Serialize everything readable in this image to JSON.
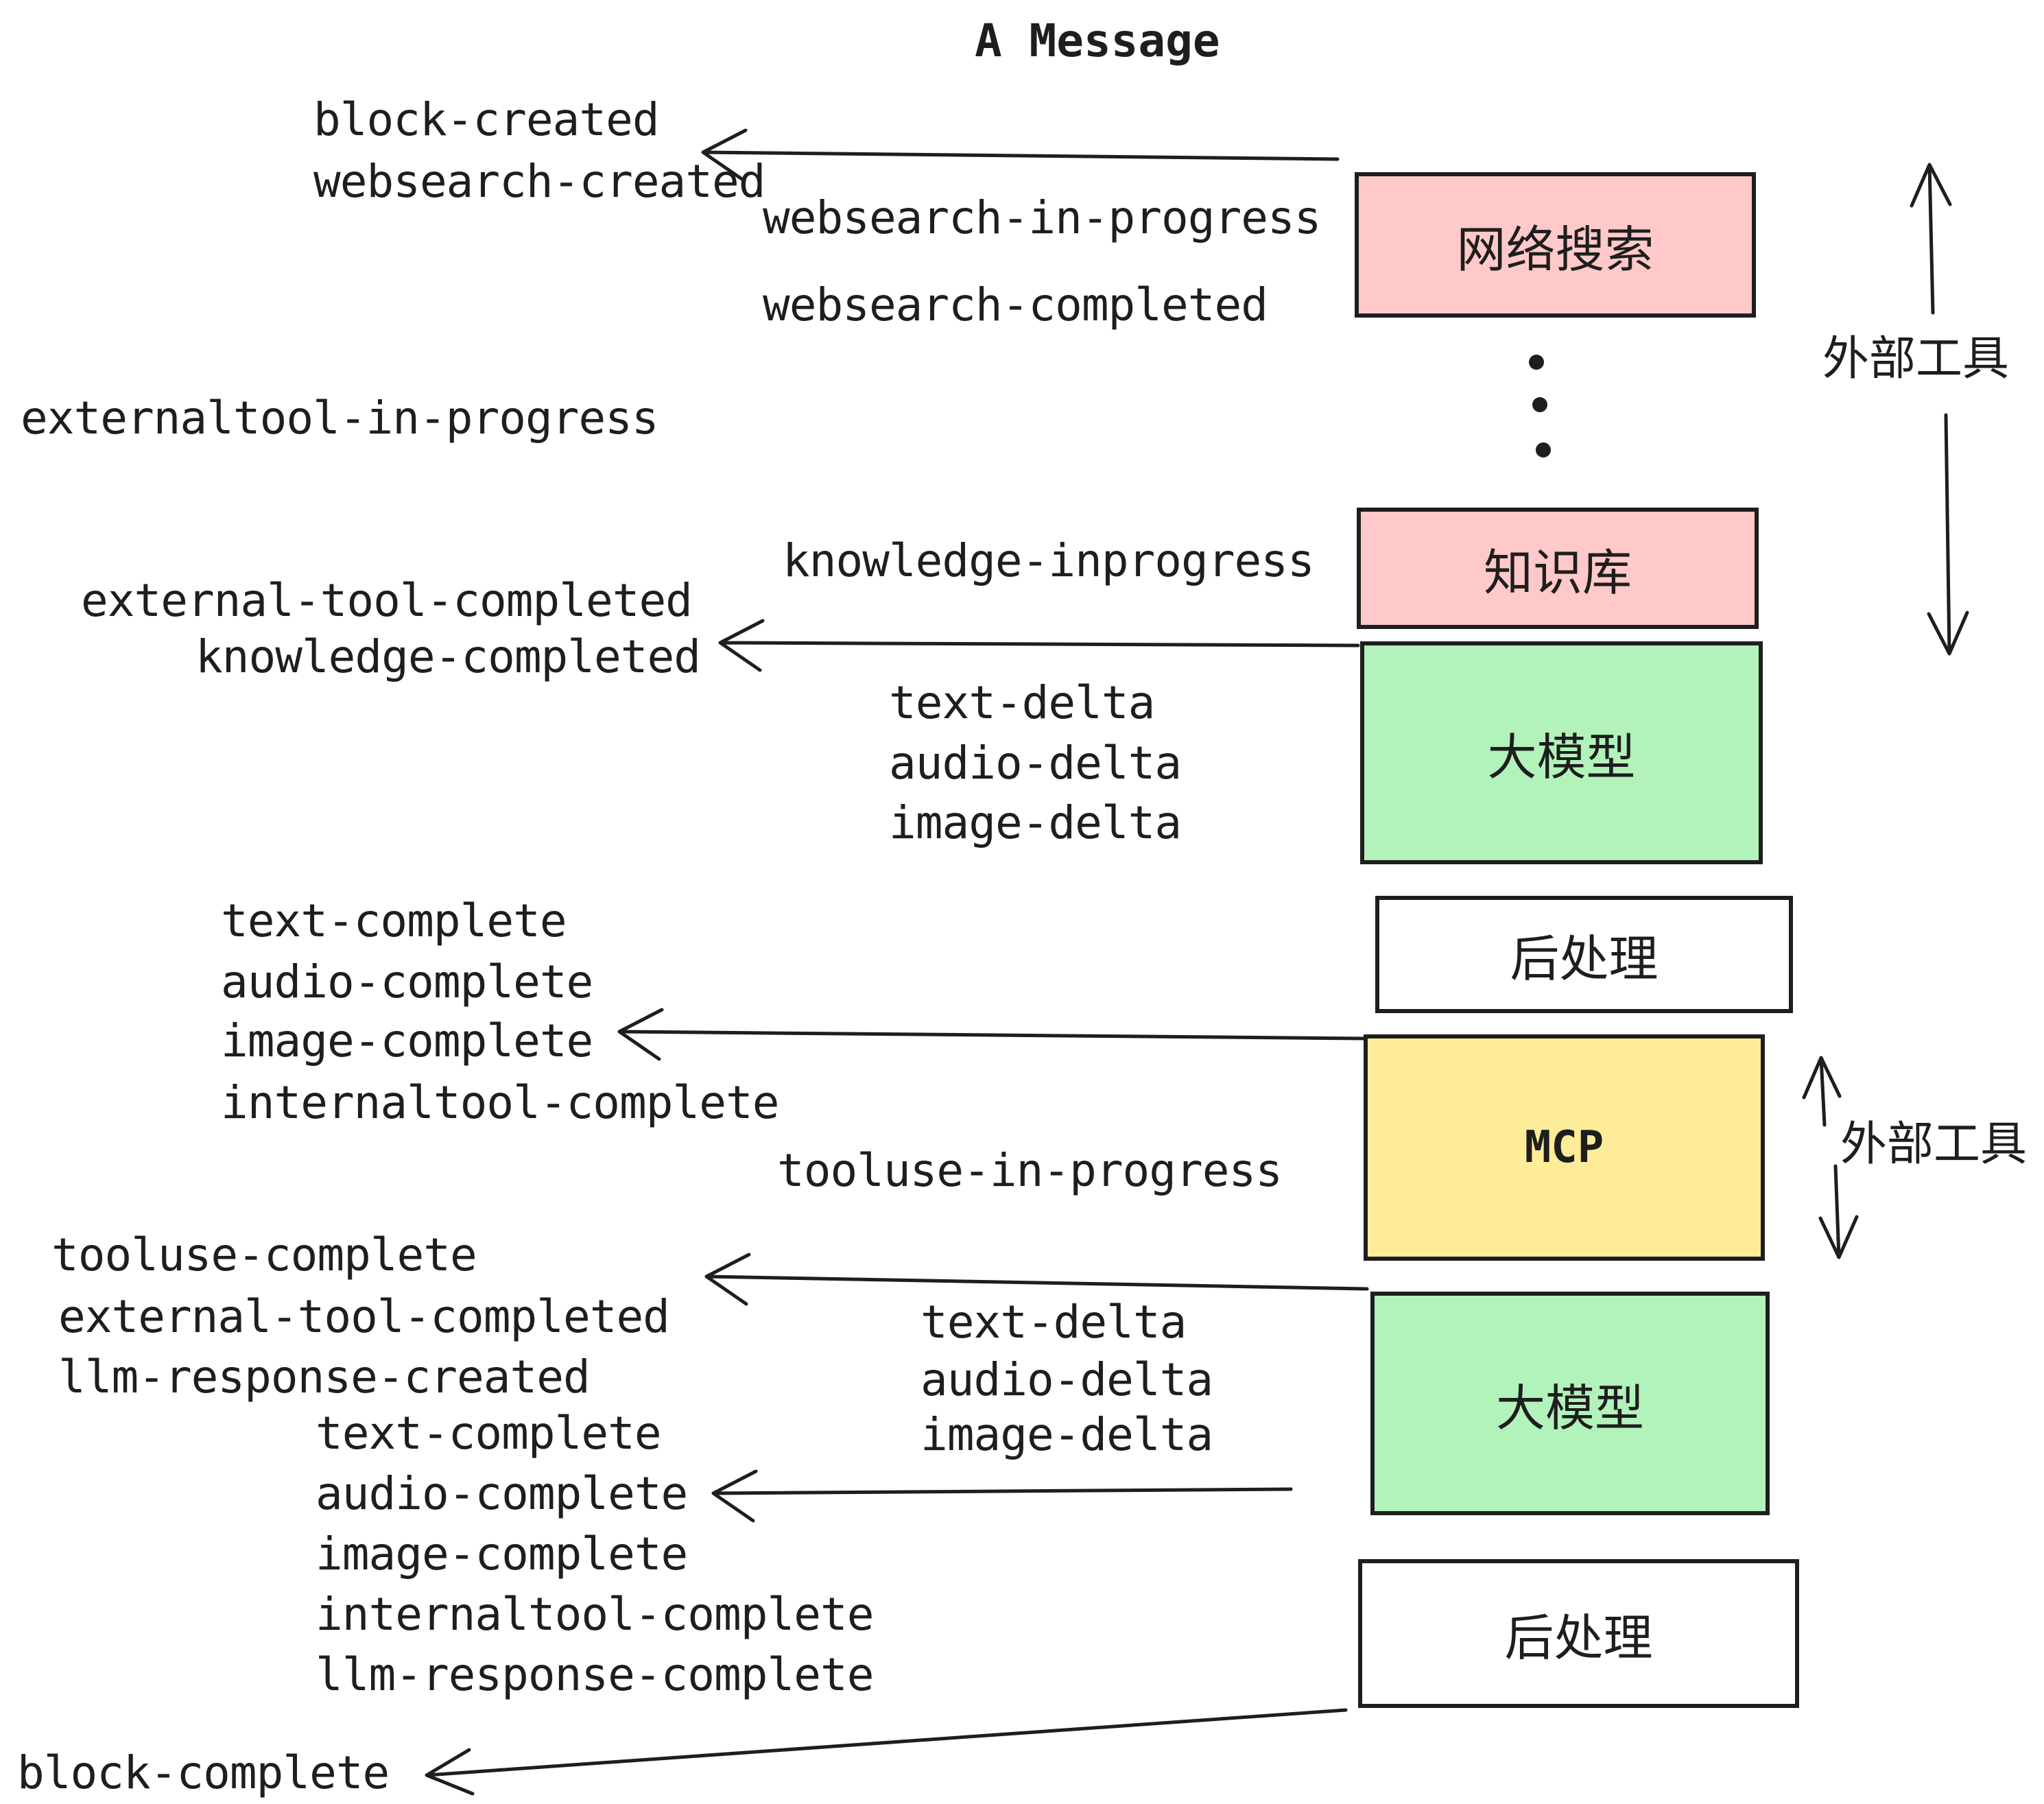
{
  "title": "A Message",
  "events": {
    "block_created": "block-created",
    "websearch_created": "websearch-created",
    "websearch_in_progress": "websearch-in-progress",
    "websearch_completed": "websearch-completed",
    "externaltool_in_progress": "externaltool-in-progress",
    "knowledge_inprogress": "knowledge-inprogress",
    "external_tool_completed": "external-tool-completed",
    "knowledge_completed": "knowledge-completed",
    "tooluse_in_progress": "tooluse-in-progress",
    "tooluse_complete": "tooluse-complete",
    "llm_response_created": "llm-response-created",
    "block_complete": "block-complete",
    "delta_group_1": [
      "text-delta",
      "audio-delta",
      "image-delta"
    ],
    "complete_group_1": [
      "text-complete",
      "audio-complete",
      "image-complete",
      "internaltool-complete"
    ],
    "delta_group_2": [
      "text-delta",
      "audio-delta",
      "image-delta"
    ],
    "complete_group_2": [
      "text-complete",
      "audio-complete",
      "image-complete",
      "internaltool-complete",
      "llm-response-complete"
    ]
  },
  "nodes": {
    "websearch": {
      "label": "网络搜索",
      "fill": "#ffc9c9"
    },
    "knowledge": {
      "label": "知识库",
      "fill": "#ffc9c9"
    },
    "llm_1": {
      "label": "大模型",
      "fill": "#b2f2bb"
    },
    "post_1": {
      "label": "后处理",
      "fill": "#ffffff"
    },
    "mcp": {
      "label": "MCP",
      "fill": "#ffec99"
    },
    "llm_2": {
      "label": "大模型",
      "fill": "#b2f2bb"
    },
    "post_2": {
      "label": "后处理",
      "fill": "#ffffff"
    }
  },
  "annotations": {
    "external_tools_top": "外部工具",
    "external_tools_mid": "外部工具"
  },
  "colors": {
    "stroke": "#1e1e1e",
    "node_pink": "#ffc9c9",
    "node_green": "#b2f2bb",
    "node_yellow": "#ffec99",
    "node_white": "#ffffff",
    "background": "#ffffff"
  }
}
